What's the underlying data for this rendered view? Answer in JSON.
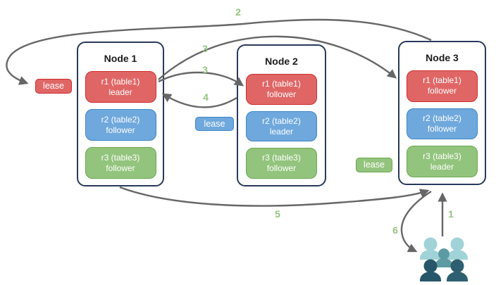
{
  "diagram": {
    "nodes": [
      {
        "title": "Node 1",
        "replicas": [
          {
            "label": "r1 (table1)",
            "role": "leader",
            "color": "red"
          },
          {
            "label": "r2 (table2)",
            "role": "follower",
            "color": "blue"
          },
          {
            "label": "r3 (table3)",
            "role": "follower",
            "color": "green"
          }
        ]
      },
      {
        "title": "Node 2",
        "replicas": [
          {
            "label": "r1 (table1)",
            "role": "follower",
            "color": "red"
          },
          {
            "label": "r2 (table2)",
            "role": "leader",
            "color": "blue"
          },
          {
            "label": "r3 (table3)",
            "role": "follower",
            "color": "green"
          }
        ]
      },
      {
        "title": "Node 3",
        "replicas": [
          {
            "label": "r1 (table1)",
            "role": "follower",
            "color": "red"
          },
          {
            "label": "r2 (table2)",
            "role": "follower",
            "color": "blue"
          },
          {
            "label": "r3 (table3)",
            "role": "leader",
            "color": "green"
          }
        ]
      }
    ],
    "leases": [
      {
        "label": "lease",
        "color": "#e06666"
      },
      {
        "label": "lease",
        "color": "#6fa8dc"
      },
      {
        "label": "lease",
        "color": "#93c47d"
      }
    ],
    "steps": {
      "s1": "1",
      "s2": "2",
      "s3a": "3",
      "s3b": "3",
      "s4": "4",
      "s5": "5",
      "s6": "6"
    },
    "icons": {
      "users": "users-group-icon"
    },
    "colors": {
      "replica_red": "#e06666",
      "replica_red_border": "#cf2d2d",
      "replica_blue": "#6fa8dc",
      "replica_blue_border": "#3d85c6",
      "replica_green": "#93c47d",
      "replica_green_border": "#6aa84f",
      "node_border": "#28395a",
      "arrow": "#666666",
      "step_label": "#93c47d",
      "people_light": "#a0d3d7",
      "people_mid": "#5d9ba3",
      "people_dark": "#27566b",
      "people_darker": "#2e5f70"
    }
  }
}
